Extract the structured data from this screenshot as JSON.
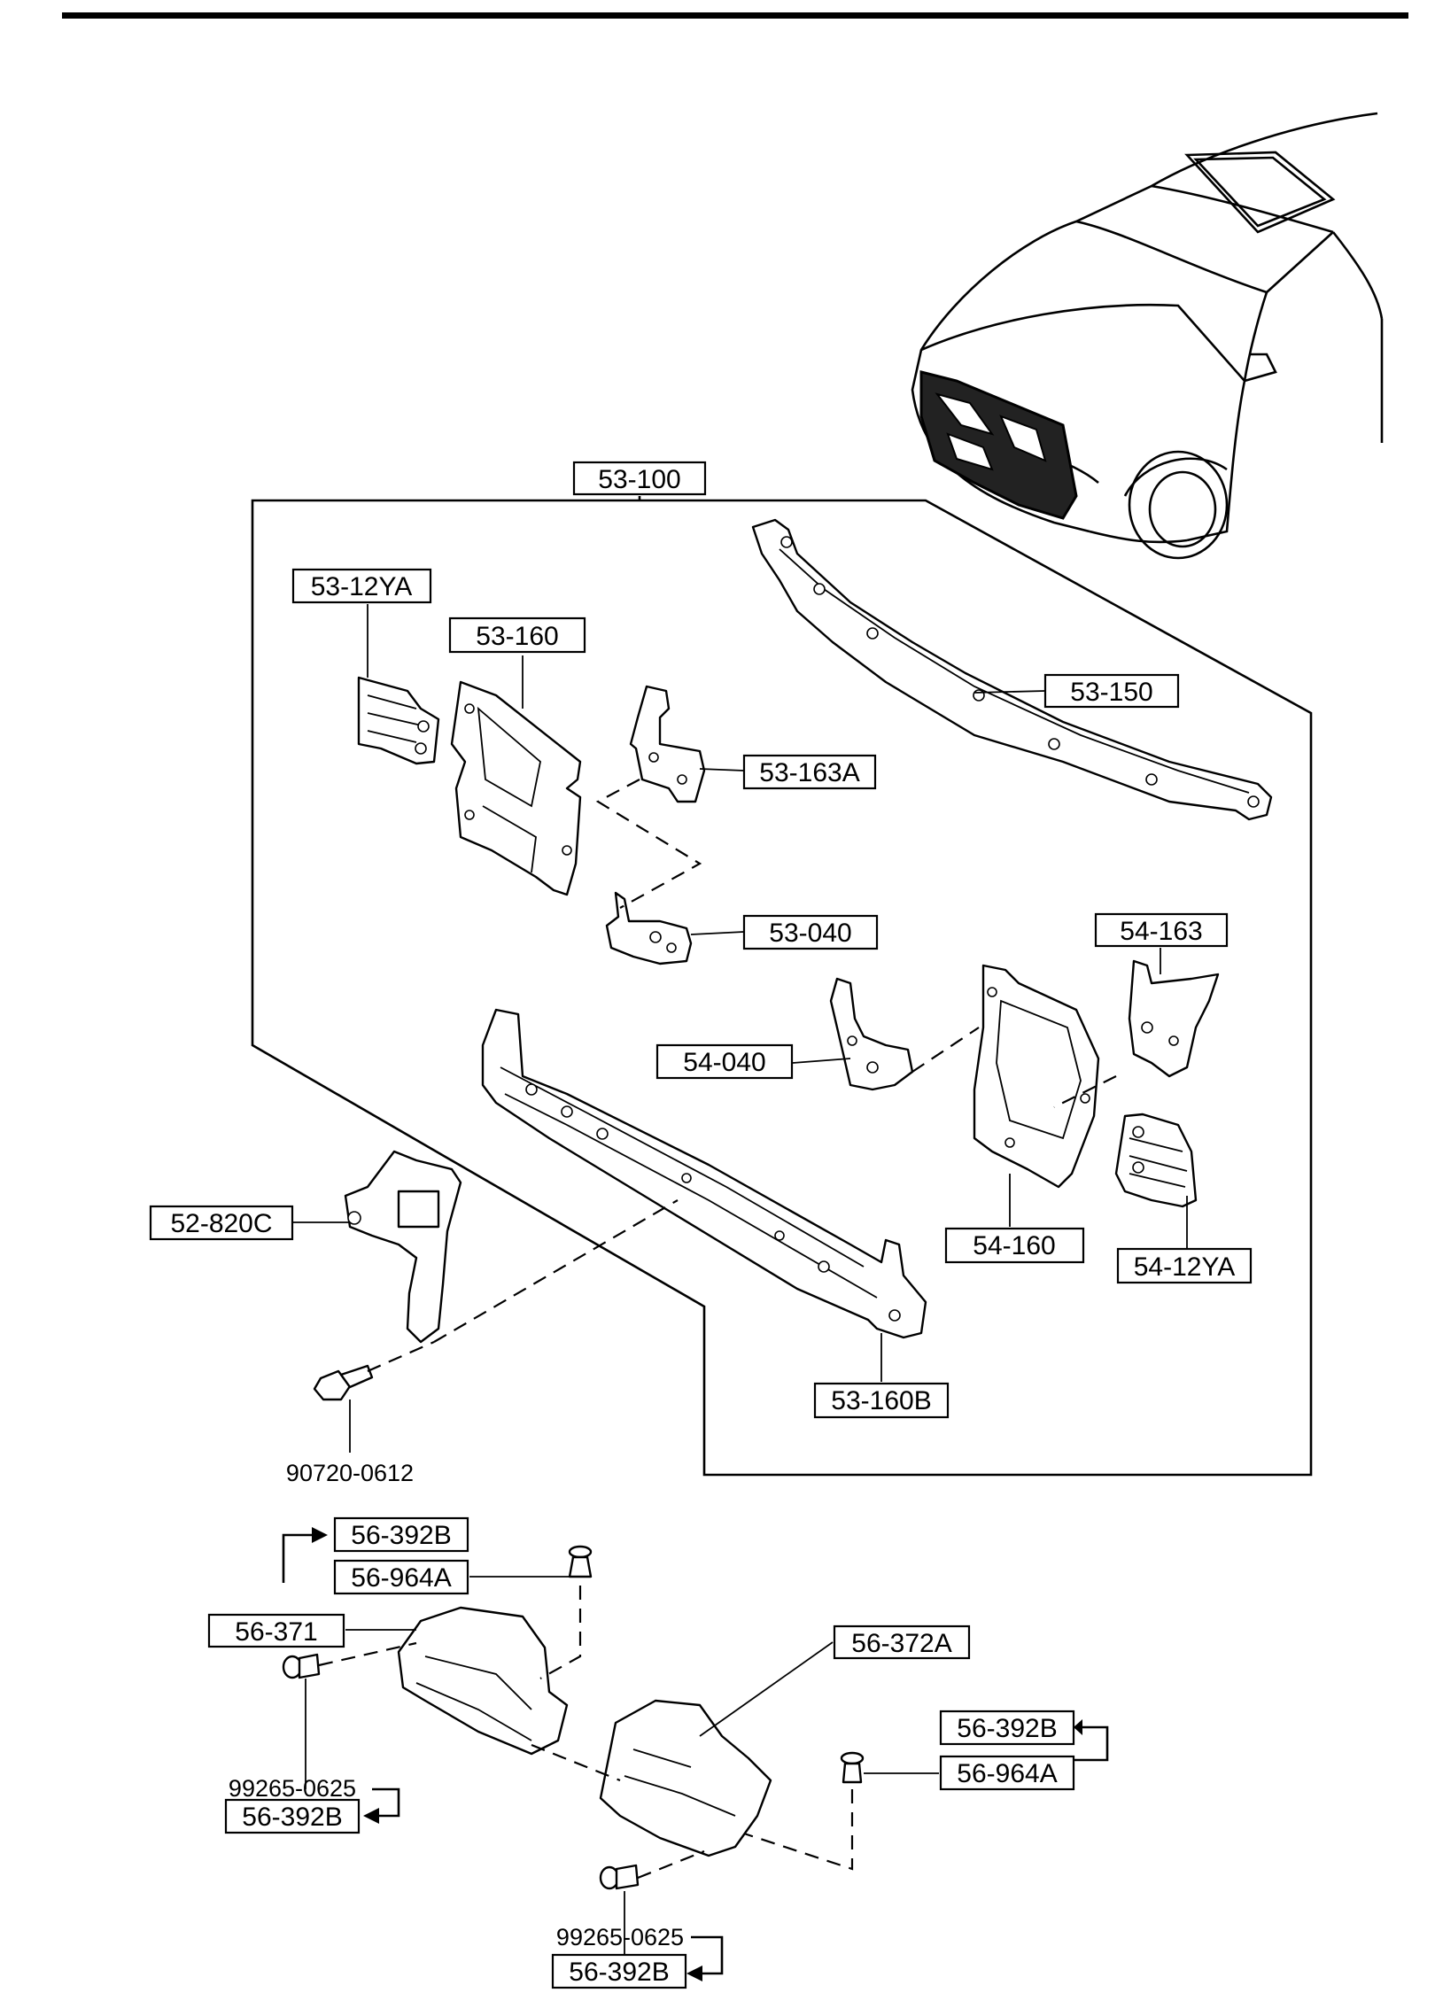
{
  "callouts": {
    "assembly": "53-100",
    "c53_12ya": "53-12YA",
    "c53_160": "53-160",
    "c53_150": "53-150",
    "c53_163a": "53-163A",
    "c53_040": "53-040",
    "c54_163": "54-163",
    "c54_040": "54-040",
    "c52_820c": "52-820C",
    "c54_160": "54-160",
    "c54_12ya": "54-12YA",
    "c53_160b": "53-160B",
    "c56_392b_a": "56-392B",
    "c56_964a_a": "56-964A",
    "c56_371": "56-371",
    "c56_372a": "56-372A",
    "c56_392b_b": "56-392B",
    "c56_964a_b": "56-964A",
    "c56_392b_c": "56-392B",
    "c56_392b_d": "56-392B"
  },
  "part_numbers": {
    "bolt": "90720-0612",
    "clip_left": "99265-0625",
    "clip_bottom": "99265-0625"
  }
}
